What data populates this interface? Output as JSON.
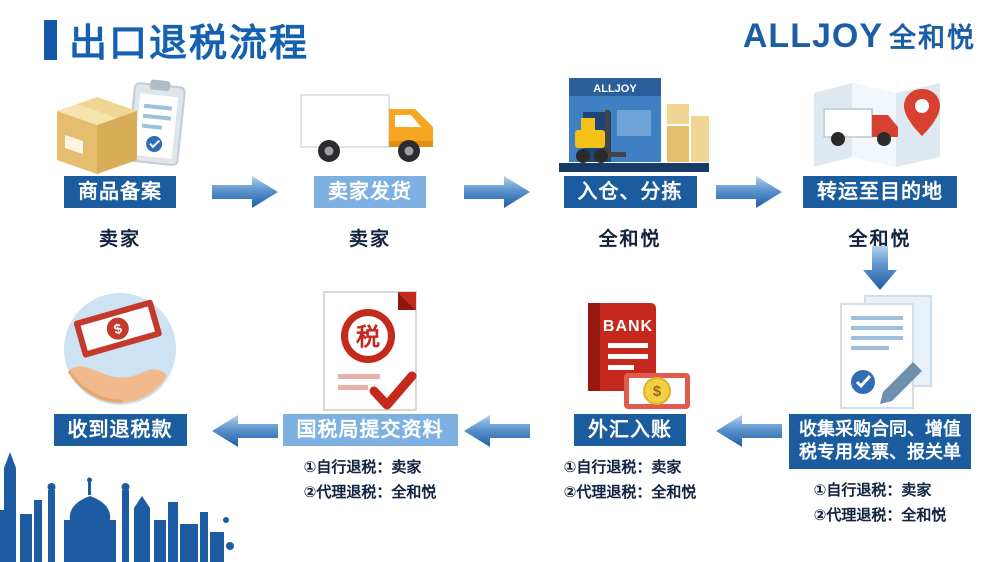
{
  "header": {
    "title": "出口退税流程",
    "logo_en": "ALLJOY",
    "logo_cn": "全和悦"
  },
  "flow": {
    "row1": [
      {
        "label": "商品备案",
        "owner": "卖家",
        "icon": "package-clipboard-icon"
      },
      {
        "label": "卖家发货",
        "owner": "卖家",
        "icon": "delivery-truck-icon"
      },
      {
        "label": "入仓、分拣",
        "owner": "全和悦",
        "icon": "warehouse-forklift-icon"
      },
      {
        "label": "转运至目的地",
        "owner": "全和悦",
        "icon": "transport-destination-icon"
      }
    ],
    "row2": [
      {
        "label": "收到退税款",
        "icon": "hand-money-icon"
      },
      {
        "label": "国税局提交资料",
        "icon": "tax-document-icon",
        "notes": [
          "①自行退税：卖家",
          "②代理退税：全和悦"
        ]
      },
      {
        "label": "外汇入账",
        "icon": "bank-money-icon",
        "notes": [
          "①自行退税：卖家",
          "②代理退税：全和悦"
        ]
      },
      {
        "label": "收集采购合同、增值税专用发票、报关单",
        "icon": "contract-documents-icon",
        "notes": [
          "①自行退税：卖家",
          "②代理退税：全和悦"
        ]
      }
    ]
  },
  "icon_text": {
    "warehouse_sign": "ALLJOY",
    "bank_label": "BANK",
    "tax_seal": "税",
    "dollar": "$"
  },
  "colors": {
    "dark_blue_box": "#1a5c9e",
    "light_blue_box": "#7eb1e2",
    "title_blue": "#1361b0",
    "brand_blue": "#1b5ea6",
    "accent_red": "#c5281c",
    "truck_orange": "#f6a623",
    "skyline_blue": "#1d5ca3"
  }
}
